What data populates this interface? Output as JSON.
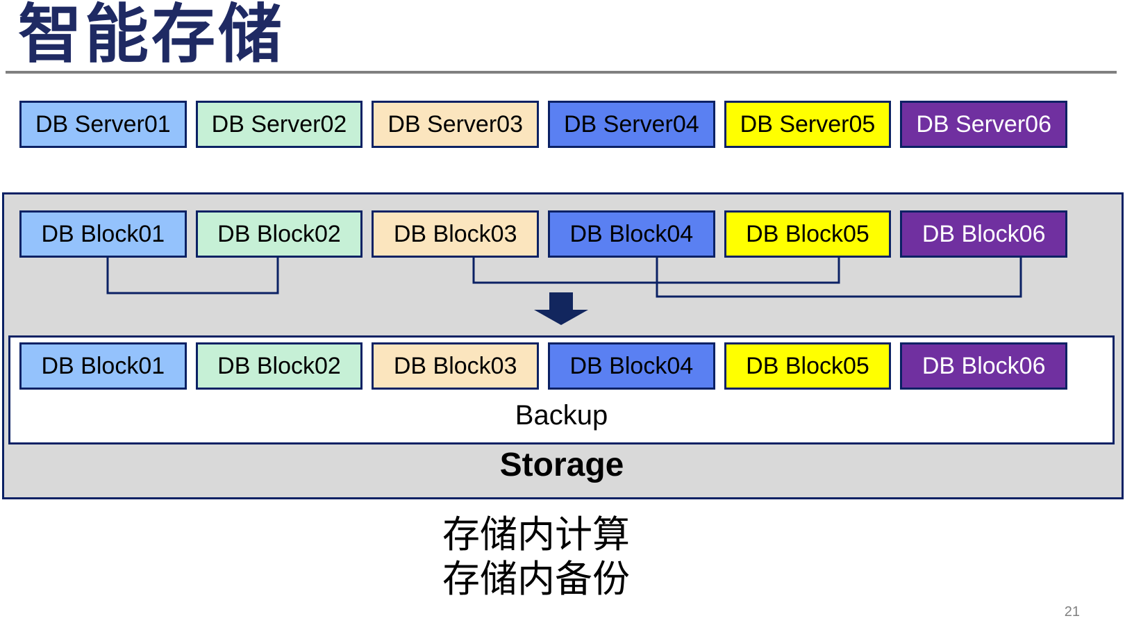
{
  "slide_title": "智能存储",
  "page_number": "21",
  "captions": {
    "line1": "存储内计算",
    "line2": "存储内备份"
  },
  "server_row": [
    {
      "label": "DB Server01",
      "fill": "#94C2FC",
      "text": "#000000"
    },
    {
      "label": "DB Server02",
      "fill": "#C6F0D6",
      "text": "#000000"
    },
    {
      "label": "DB Server03",
      "fill": "#FBE5BE",
      "text": "#000000"
    },
    {
      "label": "DB Server04",
      "fill": "#5A80F2",
      "text": "#000000"
    },
    {
      "label": "DB Server05",
      "fill": "#FFFF00",
      "text": "#000000"
    },
    {
      "label": "DB Server06",
      "fill": "#7030A0",
      "text": "#FFFFFF"
    }
  ],
  "storage_unit": {
    "label": "Storage",
    "backup_label": "Backup",
    "top_blocks": [
      {
        "label": "DB Block01",
        "fill": "#94C2FC",
        "text": "#000000"
      },
      {
        "label": "DB Block02",
        "fill": "#C6F0D6",
        "text": "#000000"
      },
      {
        "label": "DB Block03",
        "fill": "#FBE5BE",
        "text": "#000000"
      },
      {
        "label": "DB Block04",
        "fill": "#5A80F2",
        "text": "#000000"
      },
      {
        "label": "DB Block05",
        "fill": "#FFFF00",
        "text": "#000000"
      },
      {
        "label": "DB Block06",
        "fill": "#7030A0",
        "text": "#FFFFFF"
      }
    ],
    "backup_blocks": [
      {
        "label": "DB Block01",
        "fill": "#94C2FC",
        "text": "#000000"
      },
      {
        "label": "DB Block02",
        "fill": "#C6F0D6",
        "text": "#000000"
      },
      {
        "label": "DB Block03",
        "fill": "#FBE5BE",
        "text": "#000000"
      },
      {
        "label": "DB Block04",
        "fill": "#5A80F2",
        "text": "#000000"
      },
      {
        "label": "DB Block05",
        "fill": "#FFFF00",
        "text": "#000000"
      },
      {
        "label": "DB Block06",
        "fill": "#7030A0",
        "text": "#FFFFFF"
      }
    ],
    "connections": [
      {
        "from": "DB Block01",
        "to": "DB Block02"
      },
      {
        "from": "DB Block03",
        "to": "DB Block05"
      },
      {
        "from": "DB Block04",
        "to": "DB Block06"
      }
    ]
  },
  "icons": {
    "down_arrow": "filled-down-arrow"
  },
  "colors": {
    "title_navy": "#1F2A63",
    "outline_navy": "#0B2164",
    "arrow_navy": "#12265E",
    "container_gray": "#D9D9D9",
    "divider_gray": "#808080",
    "page_number_gray": "#808080"
  }
}
